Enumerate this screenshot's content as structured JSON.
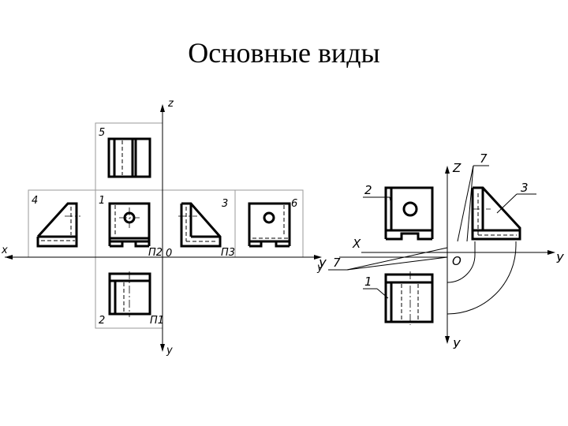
{
  "title": "Основные виды",
  "left_diagram": {
    "axes": {
      "z": "z",
      "x": "x",
      "y_right": "y",
      "y_bottom": "y",
      "origin": "0"
    },
    "view_numbers": [
      "1",
      "2",
      "3",
      "4",
      "5",
      "6"
    ],
    "planes": {
      "p1": "П1",
      "p2": "П2",
      "p3": "П3"
    }
  },
  "right_diagram": {
    "axes": {
      "z": "Z",
      "x": "X",
      "y_right": "У",
      "y_bottom": "У",
      "y_left": "У",
      "origin": "О"
    },
    "callouts": [
      "1",
      "2",
      "3",
      "7",
      "7"
    ]
  }
}
